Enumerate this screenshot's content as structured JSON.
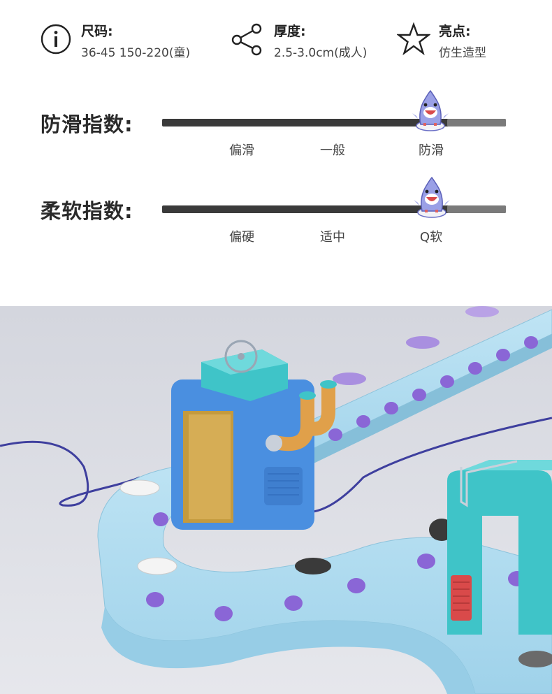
{
  "specs": [
    {
      "label": "尺码:",
      "value": "36-45  150-220(童)",
      "icon": "info-icon"
    },
    {
      "label": "厚度:",
      "value": "2.5-3.0cm(成人)",
      "icon": "share-nodes-icon"
    },
    {
      "label": "亮点:",
      "value": "仿生造型",
      "icon": "star-icon"
    }
  ],
  "indices": [
    {
      "title": "防滑指数:",
      "ticks": [
        "偏滑",
        "一般",
        "防滑"
      ],
      "level": "防滑"
    },
    {
      "title": "柔软指数:",
      "ticks": [
        "偏硬",
        "适中",
        "Q软"
      ],
      "level": "Q软"
    }
  ],
  "colors": {
    "track": "#3a3a3a",
    "track_light": "#7a7a7a",
    "mascot_body": "#9aa0e6",
    "conveyor": "#a8d8ee",
    "roller": "#8a66d6",
    "machine_blue": "#4a8fe0",
    "machine_teal": "#3fc4c8",
    "pipe_orange": "#e0a04a",
    "scene_bg": "#d9dbe3"
  },
  "scene": {
    "type": "3d-conveyor-illustration",
    "icon": "conveyor-machine-illustration"
  }
}
